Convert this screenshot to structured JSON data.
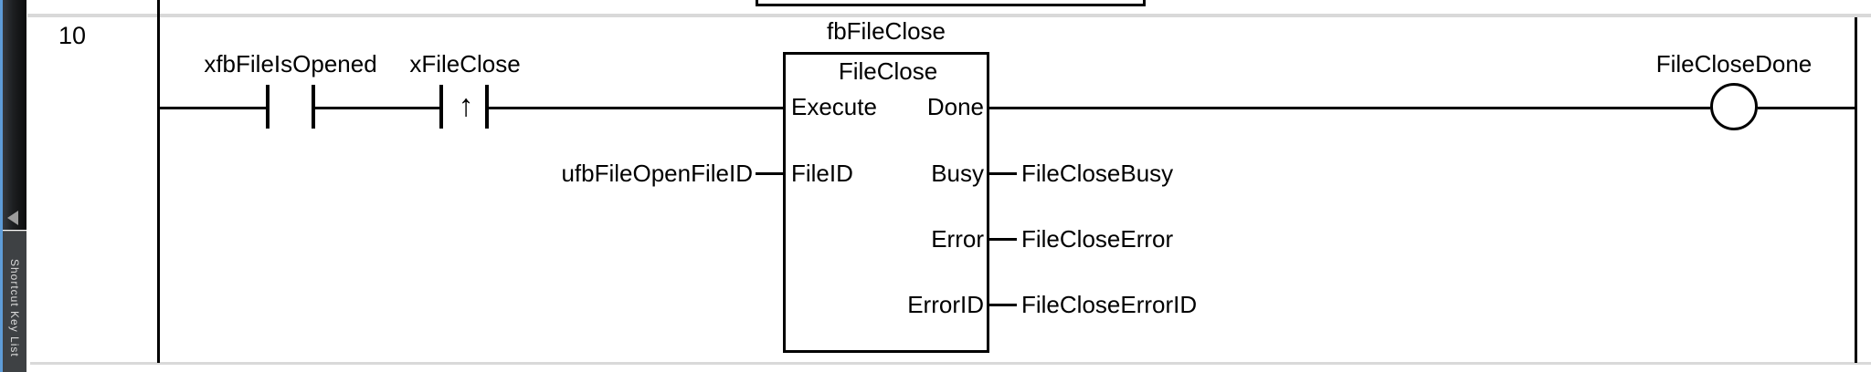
{
  "colors": {
    "accent_blue": "#5e9cd8",
    "tab_dark": "#3e4144",
    "separator_gray": "#d9d9d9",
    "wire_black": "#000000"
  },
  "sidebar": {
    "tab_label": "Shortcut Key List",
    "collapse_icon": "left-triangle"
  },
  "rung": {
    "number": "10",
    "contacts": [
      {
        "label": "xfbFileIsOpened",
        "type": "normally-open"
      },
      {
        "label": "xFileClose",
        "type": "rising-edge",
        "symbol": "↑"
      }
    ],
    "function_block": {
      "instance_name": "fbFileClose",
      "type_name": "FileClose",
      "input_pins": [
        {
          "pin": "Execute"
        },
        {
          "pin": "FileID",
          "variable": "ufbFileOpenFileID"
        }
      ],
      "output_pins": [
        {
          "pin": "Done"
        },
        {
          "pin": "Busy",
          "variable": "FileCloseBusy"
        },
        {
          "pin": "Error",
          "variable": "FileCloseError"
        },
        {
          "pin": "ErrorID",
          "variable": "FileCloseErrorID"
        }
      ]
    },
    "coil": {
      "label": "FileCloseDone"
    }
  }
}
